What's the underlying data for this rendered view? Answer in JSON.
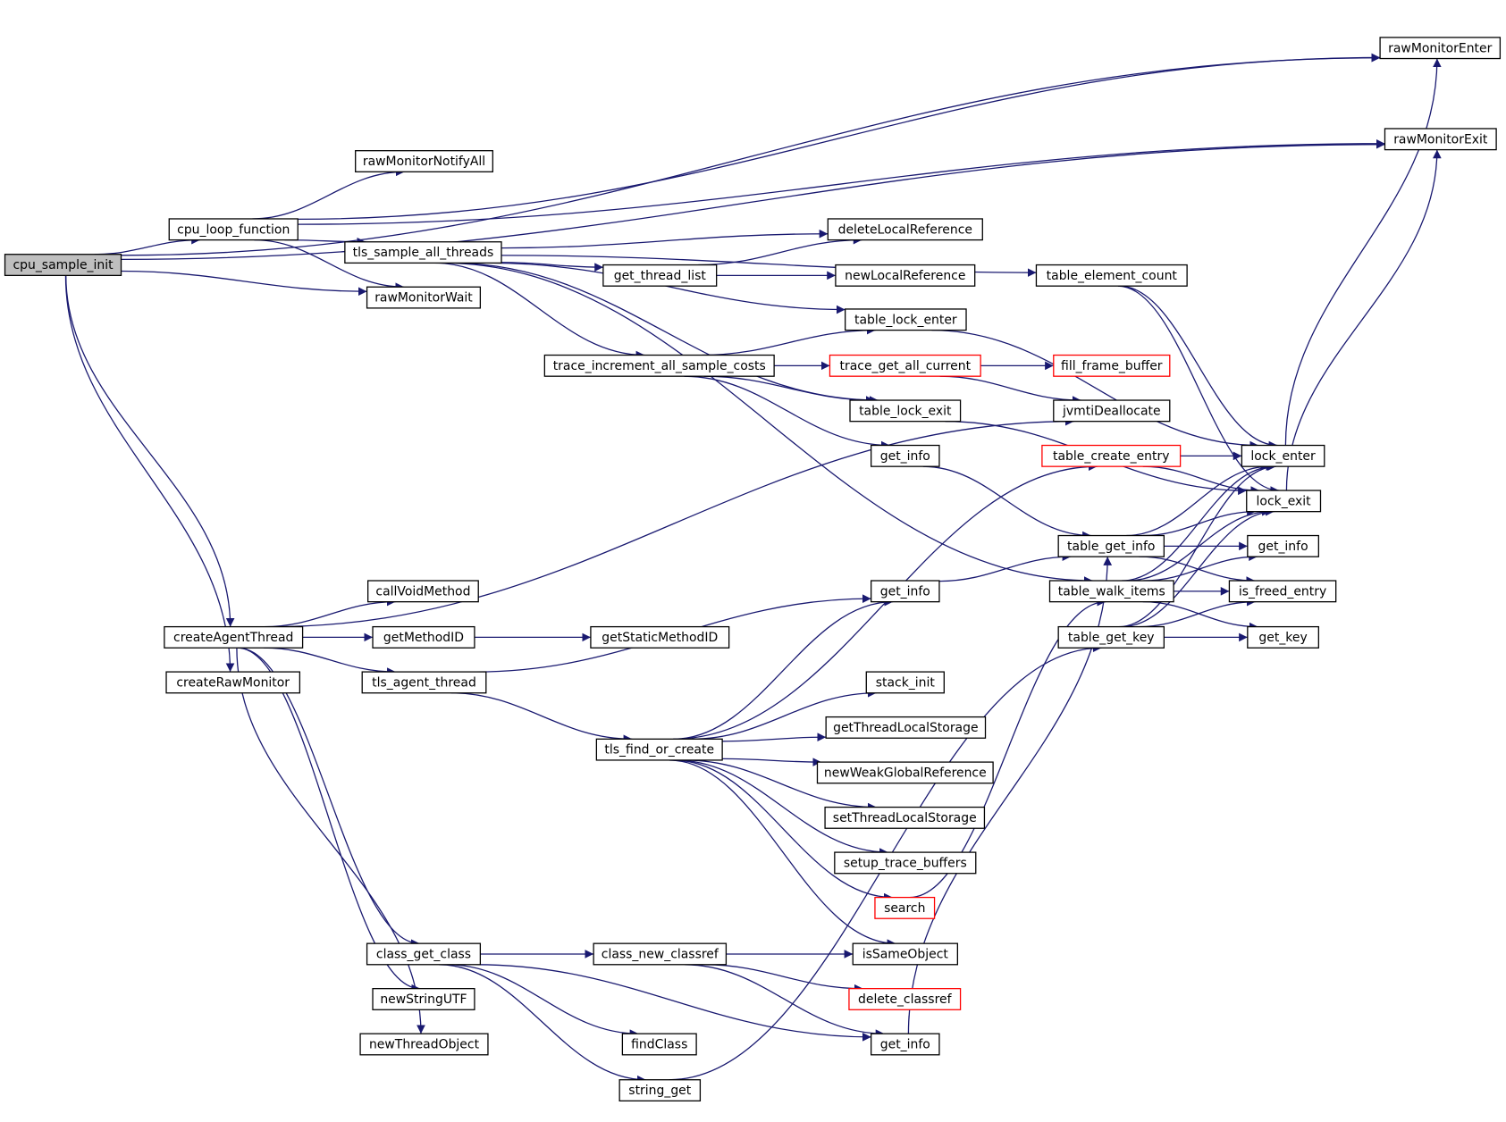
{
  "colors": {
    "edge": "#191970",
    "node_border": "#000000",
    "node_fill": "#ffffff",
    "root_fill": "#bfbfbf",
    "truncated_border": "#ff0000"
  },
  "nodes": [
    {
      "id": "cpu_sample_init",
      "label": "cpu_sample_init",
      "root": true
    },
    {
      "id": "rawMonitorEnter",
      "label": "rawMonitorEnter"
    },
    {
      "id": "rawMonitorExit",
      "label": "rawMonitorExit"
    },
    {
      "id": "rawMonitorNotifyAll",
      "label": "rawMonitorNotifyAll"
    },
    {
      "id": "cpu_loop_function",
      "label": "cpu_loop_function"
    },
    {
      "id": "tls_sample_all_threads",
      "label": "tls_sample_all_threads"
    },
    {
      "id": "deleteLocalReference",
      "label": "deleteLocalReference"
    },
    {
      "id": "get_thread_list",
      "label": "get_thread_list"
    },
    {
      "id": "newLocalReference",
      "label": "newLocalReference"
    },
    {
      "id": "table_element_count",
      "label": "table_element_count"
    },
    {
      "id": "rawMonitorWait",
      "label": "rawMonitorWait"
    },
    {
      "id": "table_lock_enter",
      "label": "table_lock_enter"
    },
    {
      "id": "trace_increment_all_sample_costs",
      "label": "trace_increment_all_sample_costs"
    },
    {
      "id": "trace_get_all_current",
      "label": "trace_get_all_current",
      "truncated": true
    },
    {
      "id": "fill_frame_buffer",
      "label": "fill_frame_buffer",
      "truncated": true
    },
    {
      "id": "table_lock_exit",
      "label": "table_lock_exit"
    },
    {
      "id": "jvmtiDeallocate",
      "label": "jvmtiDeallocate"
    },
    {
      "id": "get_info_1",
      "label": "get_info"
    },
    {
      "id": "table_create_entry",
      "label": "table_create_entry",
      "truncated": true
    },
    {
      "id": "lock_enter",
      "label": "lock_enter"
    },
    {
      "id": "lock_exit",
      "label": "lock_exit"
    },
    {
      "id": "table_get_info",
      "label": "table_get_info"
    },
    {
      "id": "get_info_r",
      "label": "get_info"
    },
    {
      "id": "table_walk_items",
      "label": "table_walk_items"
    },
    {
      "id": "is_freed_entry",
      "label": "is_freed_entry"
    },
    {
      "id": "table_get_key",
      "label": "table_get_key"
    },
    {
      "id": "get_key",
      "label": "get_key"
    },
    {
      "id": "callVoidMethod",
      "label": "callVoidMethod"
    },
    {
      "id": "get_info_2",
      "label": "get_info"
    },
    {
      "id": "createAgentThread",
      "label": "createAgentThread"
    },
    {
      "id": "getMethodID",
      "label": "getMethodID"
    },
    {
      "id": "getStaticMethodID",
      "label": "getStaticMethodID"
    },
    {
      "id": "createRawMonitor",
      "label": "createRawMonitor"
    },
    {
      "id": "tls_agent_thread",
      "label": "tls_agent_thread"
    },
    {
      "id": "stack_init",
      "label": "stack_init"
    },
    {
      "id": "tls_find_or_create",
      "label": "tls_find_or_create"
    },
    {
      "id": "getThreadLocalStorage",
      "label": "getThreadLocalStorage"
    },
    {
      "id": "newWeakGlobalReference",
      "label": "newWeakGlobalReference"
    },
    {
      "id": "setThreadLocalStorage",
      "label": "setThreadLocalStorage"
    },
    {
      "id": "setup_trace_buffers",
      "label": "setup_trace_buffers"
    },
    {
      "id": "search",
      "label": "search",
      "truncated": true
    },
    {
      "id": "class_get_class",
      "label": "class_get_class"
    },
    {
      "id": "class_new_classref",
      "label": "class_new_classref"
    },
    {
      "id": "isSameObject",
      "label": "isSameObject"
    },
    {
      "id": "delete_classref",
      "label": "delete_classref",
      "truncated": true
    },
    {
      "id": "newStringUTF",
      "label": "newStringUTF"
    },
    {
      "id": "newThreadObject",
      "label": "newThreadObject"
    },
    {
      "id": "findClass",
      "label": "findClass"
    },
    {
      "id": "get_info_3",
      "label": "get_info"
    },
    {
      "id": "string_get",
      "label": "string_get"
    }
  ],
  "edges": [
    [
      "cpu_sample_init",
      "rawMonitorEnter"
    ],
    [
      "cpu_sample_init",
      "rawMonitorExit"
    ],
    [
      "cpu_sample_init",
      "cpu_loop_function"
    ],
    [
      "cpu_sample_init",
      "rawMonitorWait"
    ],
    [
      "cpu_sample_init",
      "createAgentThread"
    ],
    [
      "cpu_sample_init",
      "createRawMonitor"
    ],
    [
      "cpu_loop_function",
      "rawMonitorEnter"
    ],
    [
      "cpu_loop_function",
      "rawMonitorExit"
    ],
    [
      "cpu_loop_function",
      "rawMonitorNotifyAll"
    ],
    [
      "cpu_loop_function",
      "tls_sample_all_threads"
    ],
    [
      "cpu_loop_function",
      "rawMonitorWait"
    ],
    [
      "tls_sample_all_threads",
      "deleteLocalReference"
    ],
    [
      "tls_sample_all_threads",
      "get_thread_list"
    ],
    [
      "tls_sample_all_threads",
      "table_element_count"
    ],
    [
      "tls_sample_all_threads",
      "table_lock_enter"
    ],
    [
      "tls_sample_all_threads",
      "trace_increment_all_sample_costs"
    ],
    [
      "tls_sample_all_threads",
      "table_lock_exit"
    ],
    [
      "tls_sample_all_threads",
      "table_walk_items"
    ],
    [
      "get_thread_list",
      "deleteLocalReference"
    ],
    [
      "get_thread_list",
      "newLocalReference"
    ],
    [
      "trace_increment_all_sample_costs",
      "table_lock_enter"
    ],
    [
      "trace_increment_all_sample_costs",
      "trace_get_all_current"
    ],
    [
      "trace_increment_all_sample_costs",
      "table_lock_exit"
    ],
    [
      "trace_increment_all_sample_costs",
      "get_info_1"
    ],
    [
      "trace_get_all_current",
      "fill_frame_buffer"
    ],
    [
      "trace_get_all_current",
      "jvmtiDeallocate"
    ],
    [
      "table_element_count",
      "lock_enter"
    ],
    [
      "table_element_count",
      "lock_exit"
    ],
    [
      "table_lock_enter",
      "lock_enter"
    ],
    [
      "table_lock_exit",
      "lock_exit"
    ],
    [
      "get_info_1",
      "table_get_info"
    ],
    [
      "table_create_entry",
      "lock_enter"
    ],
    [
      "table_create_entry",
      "lock_exit"
    ],
    [
      "lock_enter",
      "rawMonitorEnter"
    ],
    [
      "lock_exit",
      "rawMonitorExit"
    ],
    [
      "table_get_info",
      "lock_enter"
    ],
    [
      "table_get_info",
      "lock_exit"
    ],
    [
      "table_get_info",
      "get_info_r"
    ],
    [
      "table_get_info",
      "is_freed_entry"
    ],
    [
      "table_walk_items",
      "lock_enter"
    ],
    [
      "table_walk_items",
      "lock_exit"
    ],
    [
      "table_walk_items",
      "get_info_r"
    ],
    [
      "table_walk_items",
      "is_freed_entry"
    ],
    [
      "table_walk_items",
      "get_key"
    ],
    [
      "table_get_key",
      "lock_enter"
    ],
    [
      "table_get_key",
      "lock_exit"
    ],
    [
      "table_get_key",
      "is_freed_entry"
    ],
    [
      "table_get_key",
      "get_key"
    ],
    [
      "createAgentThread",
      "jvmtiDeallocate"
    ],
    [
      "createAgentThread",
      "callVoidMethod"
    ],
    [
      "createAgentThread",
      "getMethodID"
    ],
    [
      "createAgentThread",
      "tls_agent_thread"
    ],
    [
      "createAgentThread",
      "class_get_class"
    ],
    [
      "createAgentThread",
      "newStringUTF"
    ],
    [
      "createAgentThread",
      "newThreadObject"
    ],
    [
      "getMethodID",
      "getStaticMethodID"
    ],
    [
      "tls_agent_thread",
      "get_info_2"
    ],
    [
      "tls_agent_thread",
      "tls_find_or_create"
    ],
    [
      "get_info_2",
      "table_get_info"
    ],
    [
      "tls_find_or_create",
      "get_info_2"
    ],
    [
      "tls_find_or_create",
      "table_create_entry"
    ],
    [
      "tls_find_or_create",
      "stack_init"
    ],
    [
      "tls_find_or_create",
      "getThreadLocalStorage"
    ],
    [
      "tls_find_or_create",
      "newWeakGlobalReference"
    ],
    [
      "tls_find_or_create",
      "setThreadLocalStorage"
    ],
    [
      "tls_find_or_create",
      "setup_trace_buffers"
    ],
    [
      "tls_find_or_create",
      "search"
    ],
    [
      "tls_find_or_create",
      "isSameObject"
    ],
    [
      "search",
      "table_walk_items"
    ],
    [
      "class_get_class",
      "class_new_classref"
    ],
    [
      "class_get_class",
      "get_info_3"
    ],
    [
      "class_get_class",
      "findClass"
    ],
    [
      "class_get_class",
      "string_get"
    ],
    [
      "class_new_classref",
      "isSameObject"
    ],
    [
      "class_new_classref",
      "delete_classref"
    ],
    [
      "class_new_classref",
      "get_info_3"
    ],
    [
      "get_info_3",
      "table_get_info"
    ],
    [
      "string_get",
      "table_get_key"
    ]
  ]
}
